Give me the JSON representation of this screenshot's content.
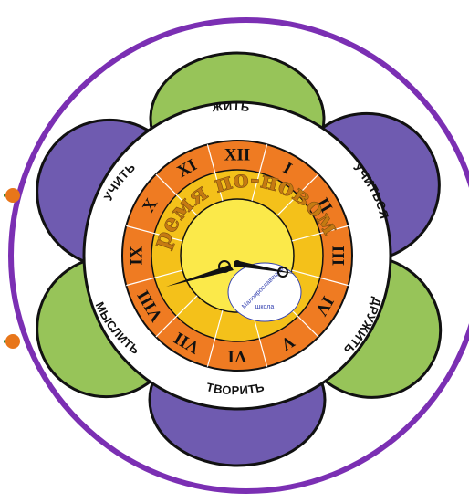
{
  "colors": {
    "frame": "#7b2fb3",
    "connector": "#e8761a",
    "petal_purple": "#6f5bb0",
    "petal_green": "#97c459",
    "ring_orange": "#ef7b22",
    "ring_yellow": "#f4c11a",
    "center_yellow": "#fbe94a"
  },
  "ring_words": {
    "top": "ЖИТЬ",
    "upper_right": "УЧИТЬСЯ",
    "lower_right": "ДРУЖИТЬ",
    "bottom": "ТВОРИТЬ",
    "lower_left": "МЫСЛИТЬ",
    "upper_left": "УЧИТЬ"
  },
  "numerals": [
    "XII",
    "I",
    "II",
    "III",
    "IV",
    "V",
    "VI",
    "VII",
    "VIII",
    "IX",
    "X",
    "XI"
  ],
  "slogan": "Время по-новому",
  "school_badge": {
    "line1": "Малоярославецкая",
    "line2": "школа"
  }
}
